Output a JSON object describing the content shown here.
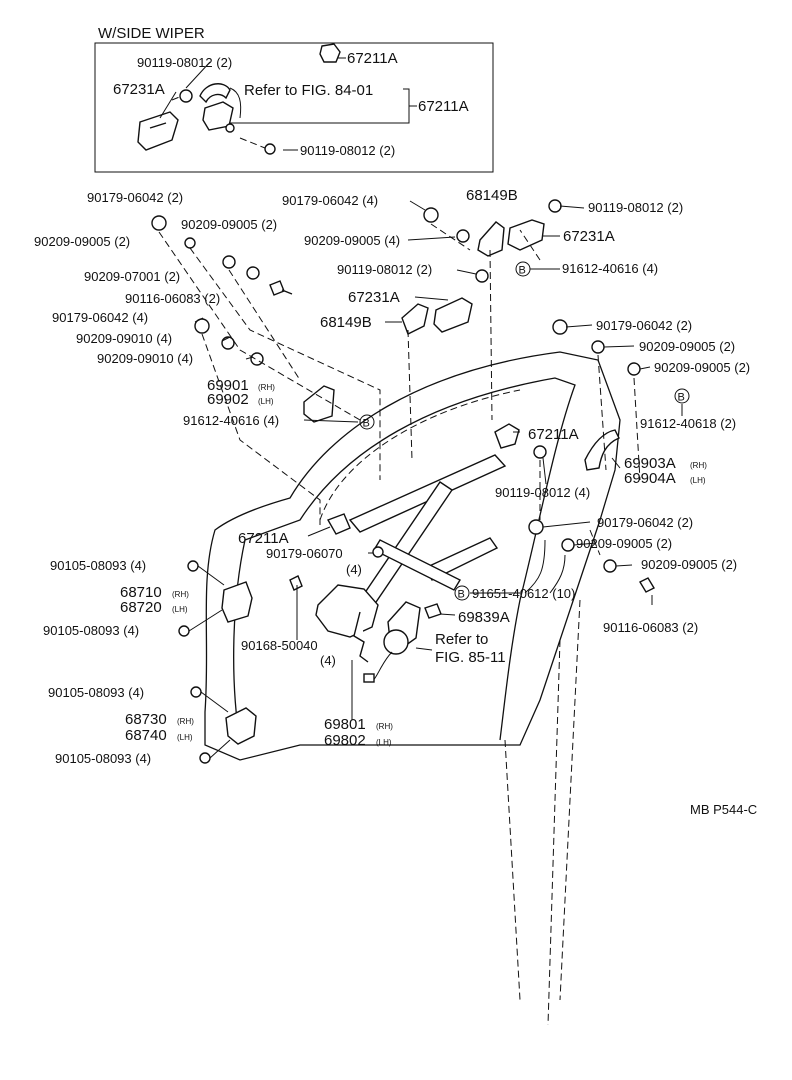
{
  "inset": {
    "title": "W/SIDE WIPER"
  },
  "labels": {
    "l01": "90119-08012 (2)",
    "l02": "67211A",
    "l03": "67231A",
    "l04": "Refer to FIG. 84-01",
    "l05": "67211A",
    "l06": "90119-08012 (2)",
    "l07": "90179-06042 (2)",
    "l08": "90179-06042 (4)",
    "l09": "68149B",
    "l10": "90119-08012 (2)",
    "l11": "90209-09005 (2)",
    "l12": "90209-09005 (2)",
    "l13": "90209-09005 (4)",
    "l14": "67231A",
    "l15": "91612-40616 (4)",
    "l16": "90209-07001 (2)",
    "l17": "90119-08012 (2)",
    "l18": "90116-06083 (2)",
    "l19": "67231A",
    "l20": "90179-06042 (4)",
    "l21": "68149B",
    "l22": "90179-06042 (2)",
    "l23": "90209-09010 (4)",
    "l24": "90209-09010 (4)",
    "l25": "90209-09005 (2)",
    "l26": "90209-09005 (2)",
    "l27": "69901",
    "l28": "69902",
    "l29": "91612-40616 (4)",
    "l30": "91612-40618 (2)",
    "l31": "67211A",
    "l32": "69903A",
    "l33": "69904A",
    "l34": "90119-08012 (4)",
    "l35": "67211A",
    "l36": "90179-06042 (2)",
    "l37": "90179-06070",
    "l38": "(4)",
    "l39": "90209-09005 (2)",
    "l40": "90105-08093 (4)",
    "l41": "90209-09005 (2)",
    "l42": "68710",
    "l43": "68720",
    "l44": "91651-40612 (10)",
    "l45": "90116-06083 (2)",
    "l46": "69839A",
    "l47": "90105-08093 (4)",
    "l48": "90168-50040",
    "l49": "(4)",
    "l50": "Refer to",
    "l51": "FIG. 85-11",
    "l52": "90105-08093 (4)",
    "l53": "68730",
    "l54": "68740",
    "l55": "69801",
    "l56": "69802",
    "l57": "90105-08093 (4)",
    "l58": "MB P544-C"
  },
  "side_marks": {
    "rh": "(RH)",
    "lh": "(LH)"
  },
  "bolt_mark": "B"
}
